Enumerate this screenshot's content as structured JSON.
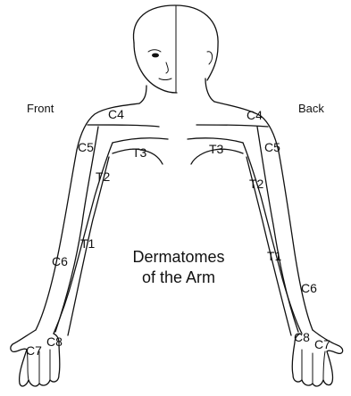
{
  "labels": {
    "front": "Front",
    "back": "Back",
    "title_line1": "Dermatomes",
    "title_line2": "of the Arm"
  },
  "dermatomes": {
    "front": {
      "c4": "C4",
      "c5": "C5",
      "t3": "T3",
      "t2": "T2",
      "t1": "T1",
      "c6": "C6",
      "c7": "C7",
      "c8": "C8"
    },
    "back": {
      "c4": "C4",
      "c5": "C5",
      "t3": "T3",
      "t2": "T2",
      "t1": "T1",
      "c6": "C6",
      "c8": "C8",
      "c7": "C7"
    }
  }
}
